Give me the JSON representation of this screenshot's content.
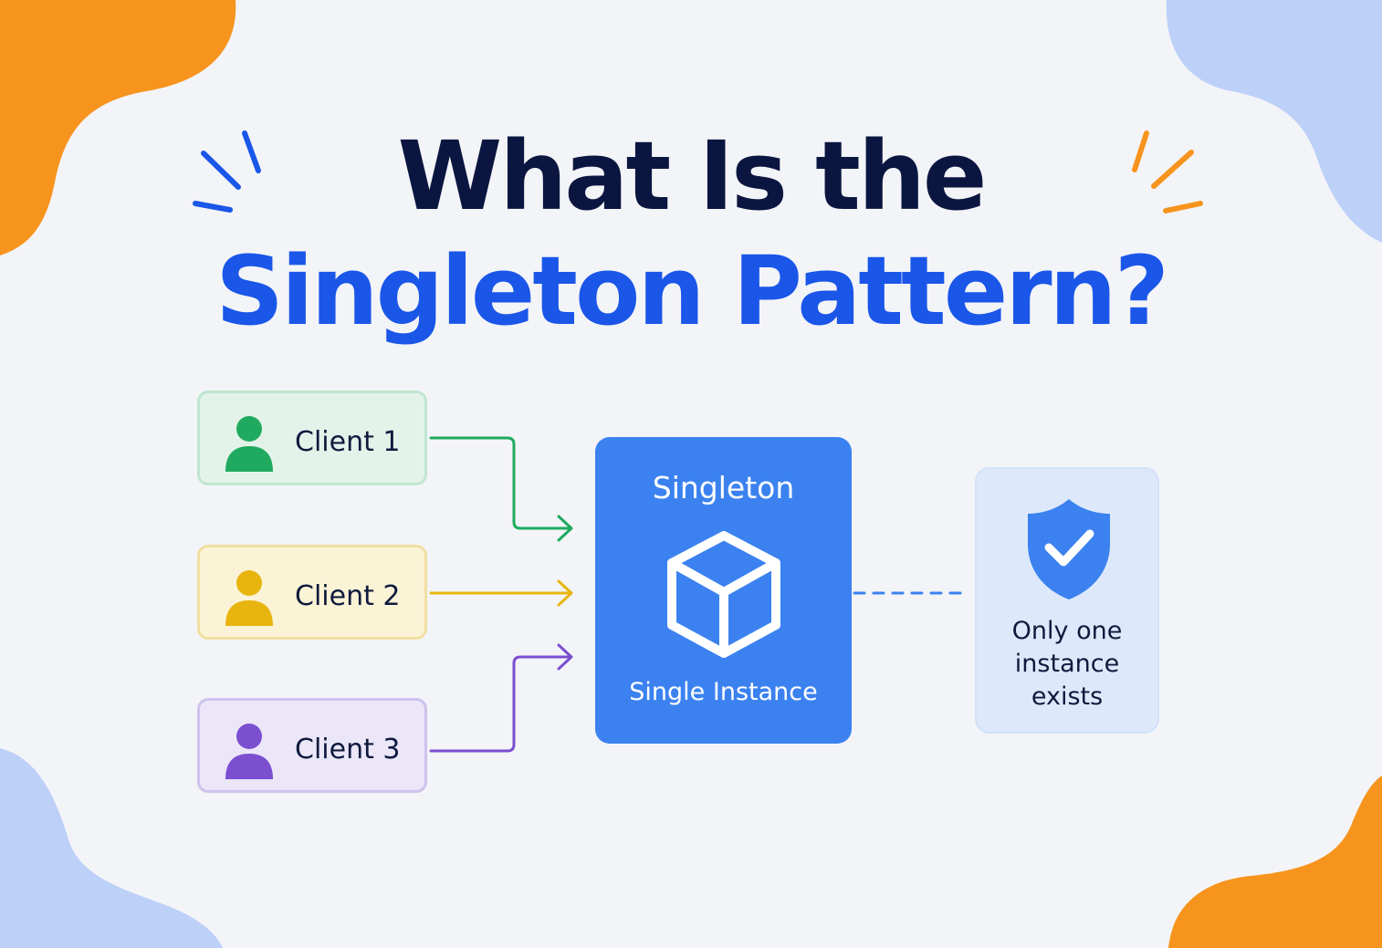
{
  "title": {
    "line1": "What Is the",
    "line2": "Singleton Pattern?"
  },
  "clients": [
    {
      "label": "Client 1",
      "color": "#1faa5f"
    },
    {
      "label": "Client 2",
      "color": "#e8b50f"
    },
    {
      "label": "Client 3",
      "color": "#7b4fd0"
    }
  ],
  "singleton": {
    "title": "Singleton",
    "subtitle": "Single Instance",
    "icon": "cube-icon",
    "color": "#3b82f0"
  },
  "info": {
    "lines": [
      "Only one",
      "instance",
      "exists"
    ],
    "icon": "shield-check-icon"
  },
  "colors": {
    "title_dark": "#0b1640",
    "title_blue": "#1a56e8",
    "accent_orange": "#f7941d",
    "accent_lightblue": "#bcd0f8"
  }
}
